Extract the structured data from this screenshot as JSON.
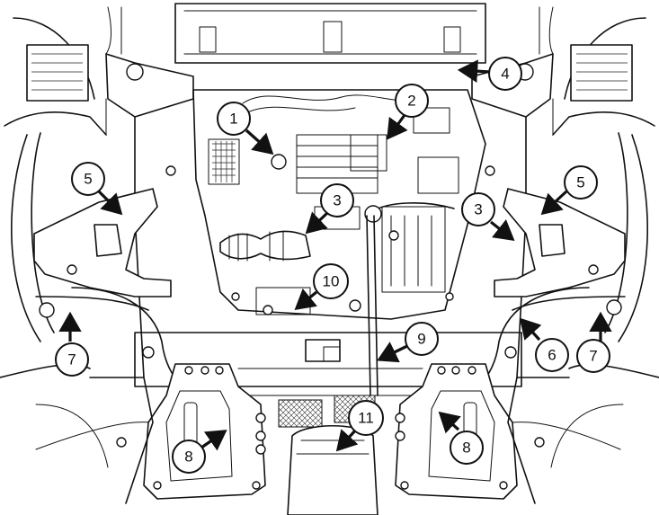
{
  "callouts": [
    {
      "id": "c1",
      "label": "1"
    },
    {
      "id": "c2",
      "label": "2"
    },
    {
      "id": "c3a",
      "label": "3"
    },
    {
      "id": "c3b",
      "label": "3"
    },
    {
      "id": "c4",
      "label": "4"
    },
    {
      "id": "c5a",
      "label": "5"
    },
    {
      "id": "c5b",
      "label": "5"
    },
    {
      "id": "c6",
      "label": "6"
    },
    {
      "id": "c7a",
      "label": "7"
    },
    {
      "id": "c7b",
      "label": "7"
    },
    {
      "id": "c8a",
      "label": "8"
    },
    {
      "id": "c8b",
      "label": "8"
    },
    {
      "id": "c9",
      "label": "9"
    },
    {
      "id": "c10",
      "label": "10"
    },
    {
      "id": "c11",
      "label": "11"
    }
  ]
}
